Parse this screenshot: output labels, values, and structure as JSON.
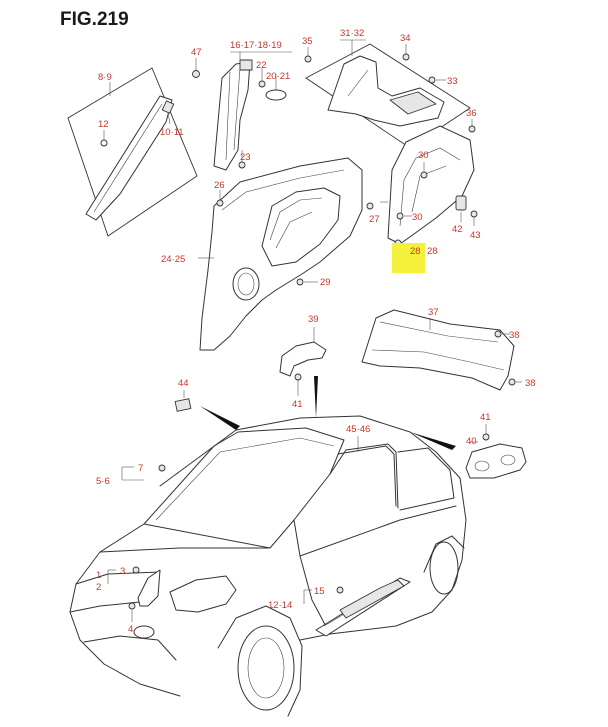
{
  "figure": {
    "title": "FIG.219"
  },
  "highlight_color": "#f5f03c",
  "callout_color": "#c0392b",
  "callouts": {
    "c_8_9": "8·9",
    "c_12": "12",
    "c_10_11": "10·11",
    "c_47": "47",
    "c_16_21": "16·17·18·19",
    "c_22": "22",
    "c_20_21": "20·21",
    "c_35": "35",
    "c_31_32": "31·32",
    "c_34": "34",
    "c_33": "33",
    "c_36": "36",
    "c_23": "23",
    "c_26": "26",
    "c_30a": "30",
    "c_30b": "30",
    "c_27": "27",
    "c_42": "42",
    "c_43": "43",
    "c_28a": "28",
    "c_28b": "28",
    "c_24_25": "24·25",
    "c_29": "29",
    "c_39": "39",
    "c_37": "37",
    "c_38a": "38",
    "c_38b": "38",
    "c_44": "44",
    "c_41a": "41",
    "c_45_46": "45·46",
    "c_41b": "41",
    "c_40": "40",
    "c_7": "7",
    "c_5_6": "5·6",
    "c_3": "3",
    "c_1": "1",
    "c_2": "2",
    "c_4": "4",
    "c_15": "15",
    "c_12_14": "12·14"
  }
}
